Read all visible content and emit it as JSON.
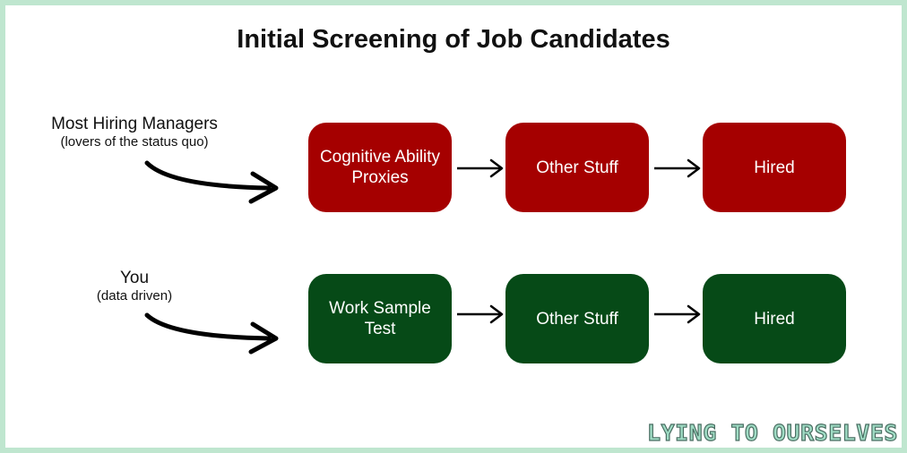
{
  "title": "Initial Screening of Job Candidates",
  "colors": {
    "red_box": "#a50000",
    "green_box": "#064a17",
    "border": "#bfe6cf",
    "watermark": "#9fdcc4"
  },
  "rows": [
    {
      "who": "Most Hiring Managers",
      "who_note": "(lovers of the status quo)",
      "steps": [
        "Cognitive Ability Proxies",
        "Other Stuff",
        "Hired"
      ]
    },
    {
      "who": "You",
      "who_note": "(data driven)",
      "steps": [
        "Work Sample Test",
        "Other Stuff",
        "Hired"
      ]
    }
  ],
  "watermark": "LYING TO OURSELVES"
}
